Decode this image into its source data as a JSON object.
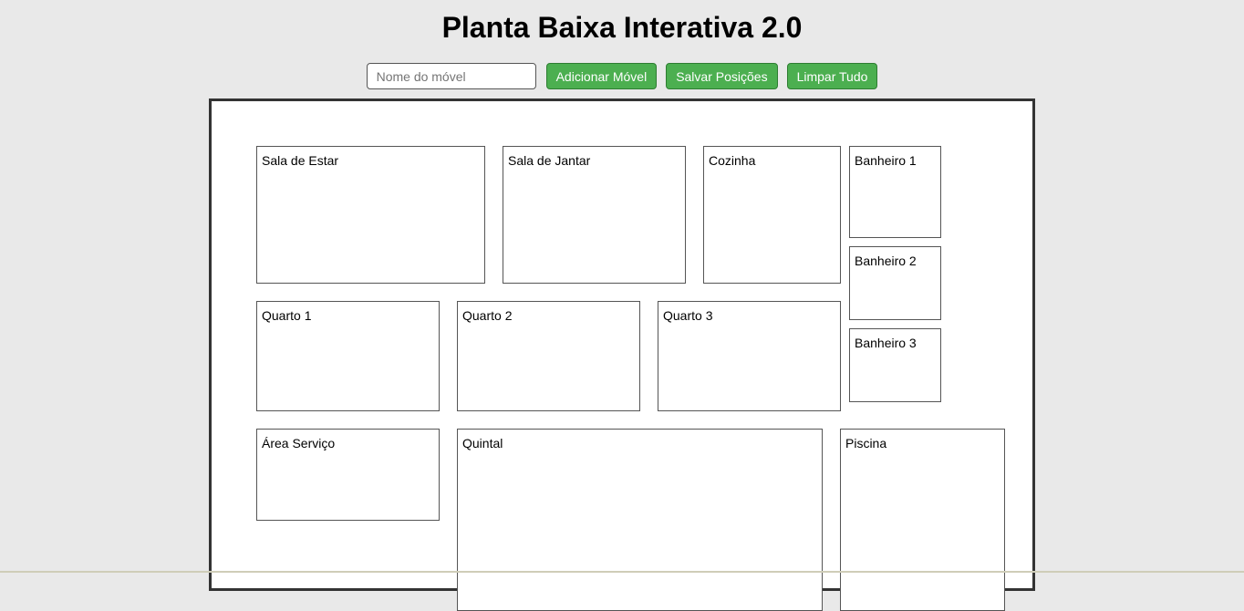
{
  "header": {
    "title": "Planta Baixa Interativa 2.0"
  },
  "toolbar": {
    "furniture_name_placeholder": "Nome do móvel",
    "furniture_name_value": "",
    "add_label": "Adicionar Móvel",
    "save_label": "Salvar Posições",
    "clear_label": "Limpar Tudo"
  },
  "colors": {
    "button_bg": "#4caf50",
    "page_bg": "#e9e9e9",
    "plan_border": "#333333"
  },
  "rooms": {
    "sala_estar": "Sala de Estar",
    "sala_jantar": "Sala de Jantar",
    "cozinha": "Cozinha",
    "banheiro1": "Banheiro 1",
    "banheiro2": "Banheiro 2",
    "banheiro3": "Banheiro 3",
    "quarto1": "Quarto 1",
    "quarto2": "Quarto 2",
    "quarto3": "Quarto 3",
    "area_servico": "Área Serviço",
    "quintal": "Quintal",
    "piscina": "Piscina"
  }
}
